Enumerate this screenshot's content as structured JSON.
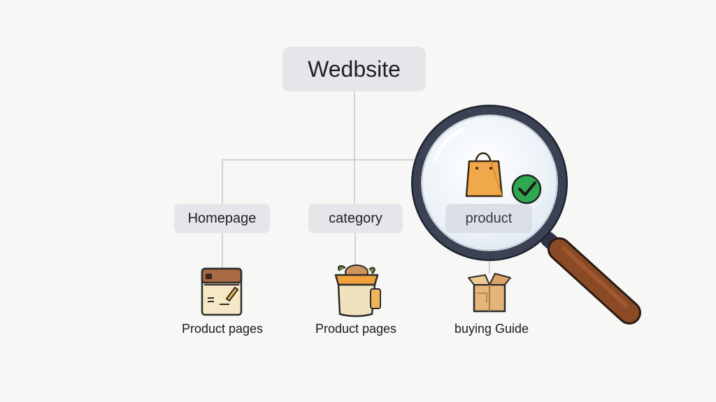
{
  "diagram": {
    "root": {
      "label": "Wedbsite"
    },
    "children": [
      {
        "label": "Homepage"
      },
      {
        "label": "category"
      },
      {
        "label": "product"
      }
    ],
    "leaves": [
      {
        "label": "Product pages",
        "icon": "web-page-icon"
      },
      {
        "label": "Product pages",
        "icon": "food-basket-icon"
      },
      {
        "label": "buying Guide",
        "icon": "cardboard-box-icon"
      }
    ],
    "magnifier": {
      "icon": "magnifying-glass-icon",
      "lens_contents": [
        "shopping-bag-icon",
        "checkmark-icon"
      ]
    }
  },
  "colors": {
    "background": "#f7f7f6",
    "node_fill": "#e6e6ea",
    "connector": "#cfd2d8",
    "lens_rim": "#3b4254",
    "handle": "#8b4a26",
    "check": "#2fa84f",
    "bag": "#f0a94a"
  }
}
